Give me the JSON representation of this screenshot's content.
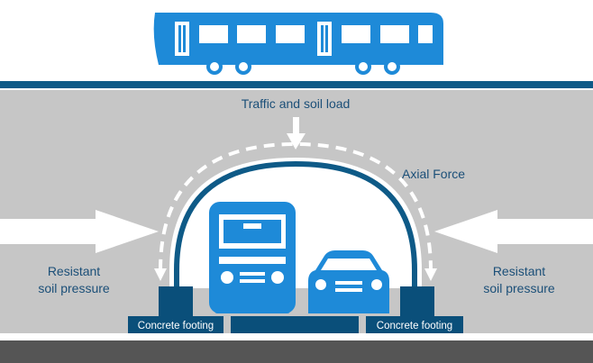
{
  "labels": {
    "top_load": "Traffic and soil load",
    "axial_force": "Axial Force",
    "left_pressure_line1": "Resistant",
    "left_pressure_line2": "soil pressure",
    "right_pressure_line1": "Resistant",
    "right_pressure_line2": "soil pressure",
    "left_footing": "Concrete footing",
    "right_footing": "Concrete footing"
  },
  "icons": {
    "top": "train-icon",
    "inside_left": "truck-icon",
    "inside_right": "car-icon"
  },
  "colors": {
    "vehicle_blue": "#1E8AD8",
    "structure_navy": "#0E5A87",
    "footing_dark": "#0A4F7A",
    "soil_grey": "#C6C6C6",
    "ground_dark": "#555555",
    "arrow_white": "#FFFFFF",
    "text_navy": "#1B4F78"
  }
}
